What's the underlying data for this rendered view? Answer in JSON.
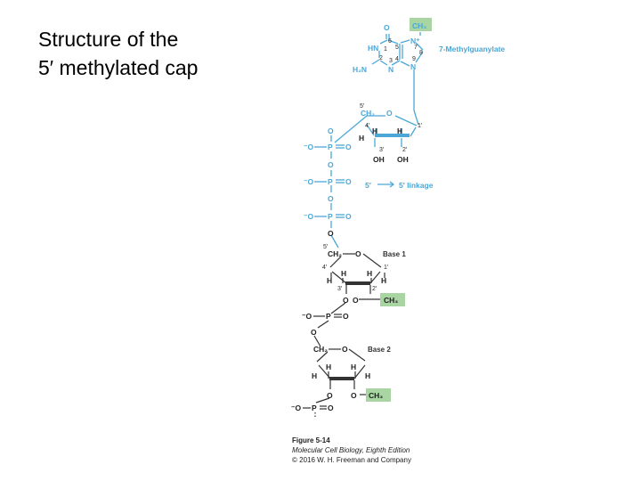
{
  "title": {
    "line1": "Structure of the",
    "line2": "5′ methylated cap"
  },
  "colors": {
    "cap_blue": "#4aa7d8",
    "methyl_green": "#a8d5a2",
    "bond_dark": "#333333"
  },
  "guanine": {
    "o": "O",
    "hn": "HN",
    "h2n": "H₂N",
    "ch3": "CH₃",
    "n_plus": "N⁺",
    "n_7": "N",
    "n_3": "N",
    "n_9": "N",
    "num_1": "1",
    "num_2": "2",
    "num_3": "3",
    "num_4": "4",
    "num_5": "5",
    "num_6": "6",
    "num_7": "7",
    "num_8": "8",
    "num_9": "9",
    "label": "7-Methylguanylate"
  },
  "cap_sugar": {
    "p5": "5′",
    "ch2": "CH₂",
    "o": "O",
    "p4": "4′",
    "p1": "1′",
    "h1": "H",
    "h2": "H",
    "h3": "H",
    "p3": "3′",
    "p2": "2′",
    "oh1": "OH",
    "oh2": "OH"
  },
  "triphosphate": {
    "o_top": "O",
    "p1_left": "⁻O",
    "p1": "P",
    "p1_right": "O",
    "o_link1": "O",
    "p2_left": "⁻O",
    "p2": "P",
    "p2_right": "O",
    "o_link2": "O",
    "p3_left": "⁻O",
    "p3": "P",
    "p3_right": "O",
    "o_link3": "O",
    "linkage_left": "5′",
    "linkage_right": "5′ linkage"
  },
  "nucleotide1": {
    "p5": "5′",
    "ch2": "CH₂",
    "o": "O",
    "base": "Base 1",
    "p4": "4′",
    "p1": "1′",
    "h1": "H",
    "h2": "H",
    "h3": "H",
    "h4": "H",
    "p3": "3′",
    "p2": "2′",
    "o3": "O",
    "o2": "O",
    "ch3": "CH₃"
  },
  "phosphate_mid": {
    "left": "⁻O",
    "p": "P",
    "right": "O",
    "o_link": "O"
  },
  "nucleotide2": {
    "ch2": "CH₂",
    "o": "O",
    "base": "Base 2",
    "h1": "H",
    "h2": "H",
    "h3": "H",
    "h4": "H",
    "o3": "O",
    "o2": "O",
    "ch3": "CH₃"
  },
  "phosphate_bottom": {
    "left": "⁻O",
    "p": "P",
    "right": "O",
    "o_top": "O"
  },
  "caption": {
    "figure": "Figure 5-14",
    "book": "Molecular Cell Biology, Eighth Edition",
    "copyright": "© 2016 W. H. Freeman and Company"
  }
}
